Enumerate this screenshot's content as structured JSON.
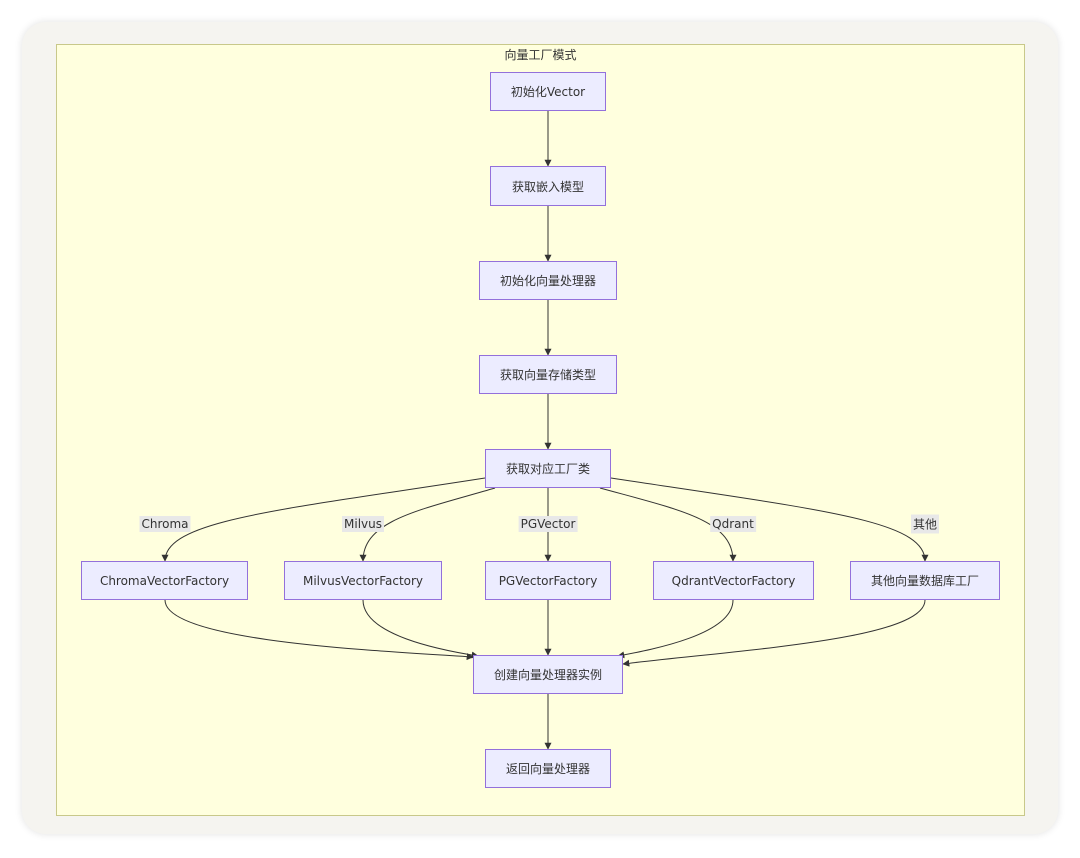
{
  "diagram": {
    "title": "向量工厂模式",
    "nodes": {
      "init": "初始化Vector",
      "embed": "获取嵌入模型",
      "init_proc": "初始化向量处理器",
      "store_type": "获取向量存储类型",
      "get_factory": "获取对应工厂类",
      "chroma": "ChromaVectorFactory",
      "milvus": "MilvusVectorFactory",
      "pgvector": "PGVectorFactory",
      "qdrant": "QdrantVectorFactory",
      "other": "其他向量数据库工厂",
      "create": "创建向量处理器实例",
      "return": "返回向量处理器"
    },
    "edge_labels": {
      "chroma": "Chroma",
      "milvus": "Milvus",
      "pgvector": "PGVector",
      "qdrant": "Qdrant",
      "other": "其他"
    },
    "colors": {
      "node_fill": "#ececff",
      "node_border": "#9370db",
      "subgraph_fill": "#ffffde",
      "edge": "#333333"
    }
  }
}
